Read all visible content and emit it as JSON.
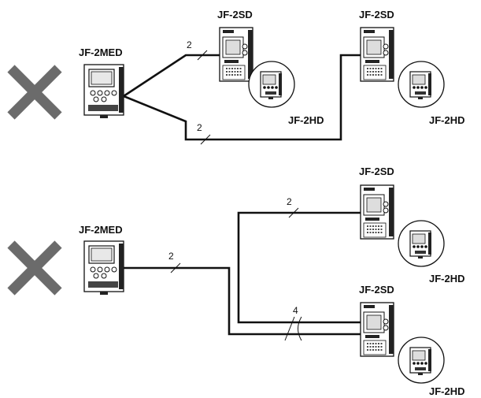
{
  "scenarios": [
    {
      "status_icon": "x-mark-icon",
      "status_color": "#6b6b6b",
      "master_label": "JF-2MED",
      "wire_labels": [
        "2",
        "2"
      ],
      "slaves": [
        {
          "sd_label": "JF-2SD",
          "hd_label": "JF-2HD"
        },
        {
          "sd_label": "JF-2SD",
          "hd_label": "JF-2HD"
        }
      ]
    },
    {
      "status_icon": "x-mark-icon",
      "status_color": "#6b6b6b",
      "master_label": "JF-2MED",
      "wire_labels": [
        "2",
        "2",
        "4"
      ],
      "slaves": [
        {
          "sd_label": "JF-2SD",
          "hd_label": "JF-2HD"
        },
        {
          "sd_label": "JF-2SD",
          "hd_label": "JF-2HD"
        }
      ]
    }
  ]
}
